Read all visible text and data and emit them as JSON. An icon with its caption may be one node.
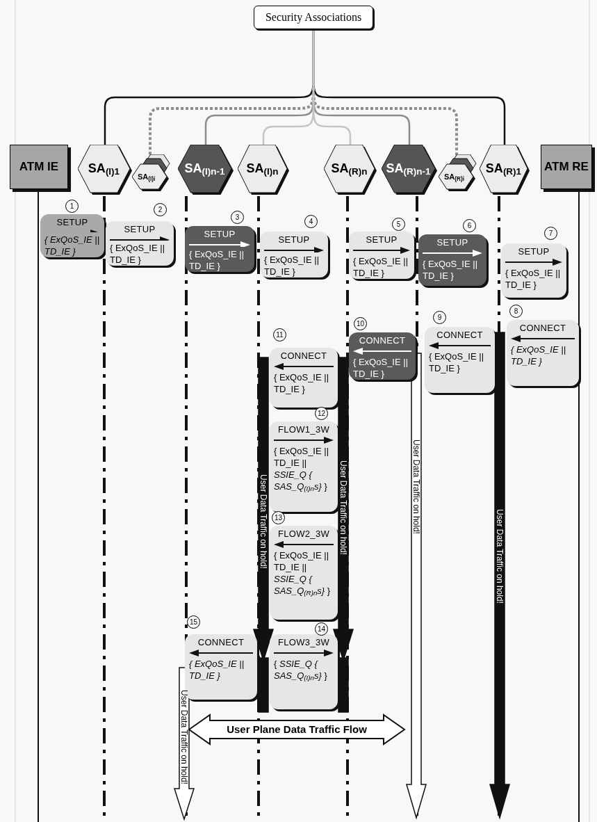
{
  "diagram": {
    "nodes": [
      {
        "text": [
          "Security Associations"
        ]
      },
      {
        "text": [
          "ATM IE"
        ]
      },
      {
        "text": [
          "SA$_{(I)1}$"
        ]
      },
      {
        "text": [
          "SA$_{(I)i}$"
        ]
      },
      {
        "text": [
          "SA$_{(I)n-1}$"
        ]
      },
      {
        "text": [
          "SA$_{(I)n}$"
        ]
      },
      {
        "text": [
          "SA$_{(R)n}$"
        ]
      },
      {
        "text": [
          "SA$_{(R)n-1}$"
        ]
      },
      {
        "text": [
          "SA$_{(R)i}$"
        ]
      },
      {
        "text": [
          "SA$_{(R)1}$"
        ]
      },
      {
        "text": [
          "ATM RE"
        ]
      },
      {
        "text": [
          "SETUP",
          "{ ExQoS_IE || TD_IE }"
        ],
        "beside": [
          "1"
        ]
      },
      {
        "text": [
          "SETUP",
          "{ ExQoS_IE || TD_IE }"
        ],
        "beside": [
          "2"
        ]
      },
      {
        "text": [
          "SETUP",
          "{ ExQoS_IE || TD_IE }"
        ],
        "beside": [
          "3"
        ]
      },
      {
        "text": [
          "SETUP",
          "{ ExQoS_IE || TD_IE }"
        ],
        "beside": [
          "4"
        ]
      },
      {
        "text": [
          "SETUP",
          "{ ExQoS_IE || TD_IE }"
        ],
        "beside": [
          "5"
        ]
      },
      {
        "text": [
          "SETUP",
          "{ ExQoS_IE || TD_IE }"
        ],
        "beside": [
          "6"
        ]
      },
      {
        "text": [
          "SETUP",
          "{ ExQoS_IE || TD_IE }"
        ],
        "beside": [
          "7"
        ]
      },
      {
        "text": [
          "CONNECT",
          "{ ExQoS_IE || TD_IE }"
        ],
        "beside": [
          "8"
        ]
      },
      {
        "text": [
          "CONNECT",
          "{ ExQoS_IE || TD_IE }"
        ],
        "beside": [
          "9"
        ]
      },
      {
        "text": [
          "CONNECT",
          "{ ExQoS_IE || TD_IE }"
        ],
        "beside": [
          "10"
        ]
      },
      {
        "text": [
          "CONNECT",
          "{ ExQoS_IE || TD_IE }"
        ],
        "beside": [
          "11"
        ]
      },
      {
        "text": [
          "FLOW1_3W",
          "{ ExQoS_IE || TD_IE || *SSIE_Q { SAS_Q$_{(I)n}$s}* }"
        ],
        "beside": [
          "12"
        ]
      },
      {
        "text": [
          "FLOW2_3W",
          "{ ExQoS_IE || TD_IE || *SSIE_Q { SAS_Q$_{(R)n}$s}* }"
        ],
        "beside": [
          "13"
        ]
      },
      {
        "text": [
          "FLOW3_3W",
          "{ *SSIE_Q { SAS_Q$_{(I)n}$s}* }"
        ],
        "beside": [
          "14"
        ]
      },
      {
        "text": [
          "CONNECT",
          "{ ExQoS_IE || TD_IE }"
        ],
        "beside": [
          "15"
        ]
      }
    ],
    "edges": [
      {
        "from": 0,
        "to": 2,
        "arrow": "none",
        "color": "#111111"
      },
      {
        "from": 0,
        "to": 9,
        "arrow": "none",
        "color": "#111111"
      },
      {
        "from": 0,
        "to": 3,
        "arrow": "none",
        "style": "dashed",
        "color": "#8c8c8c"
      },
      {
        "from": 0,
        "to": 8,
        "arrow": "none",
        "style": "dashed",
        "color": "#8c8c8c"
      },
      {
        "from": 0,
        "to": 4,
        "arrow": "none",
        "color": "#8c8c8c"
      },
      {
        "from": 0,
        "to": 7,
        "arrow": "none",
        "color": "#8c8c8c"
      },
      {
        "from": 0,
        "to": 5,
        "arrow": "none",
        "color": "#c4c4c4"
      },
      {
        "from": 0,
        "to": 6,
        "arrow": "none",
        "color": "#c4c4c4"
      }
    ],
    "labels": [
      "User Data Traffic on hold!",
      "User Data Traffic on hold!",
      "User Data Traffic on hold!",
      "User Data Traffic on hold!",
      "User Data Traffic on hold!",
      "User Plane Data Traffic Flow"
    ]
  }
}
